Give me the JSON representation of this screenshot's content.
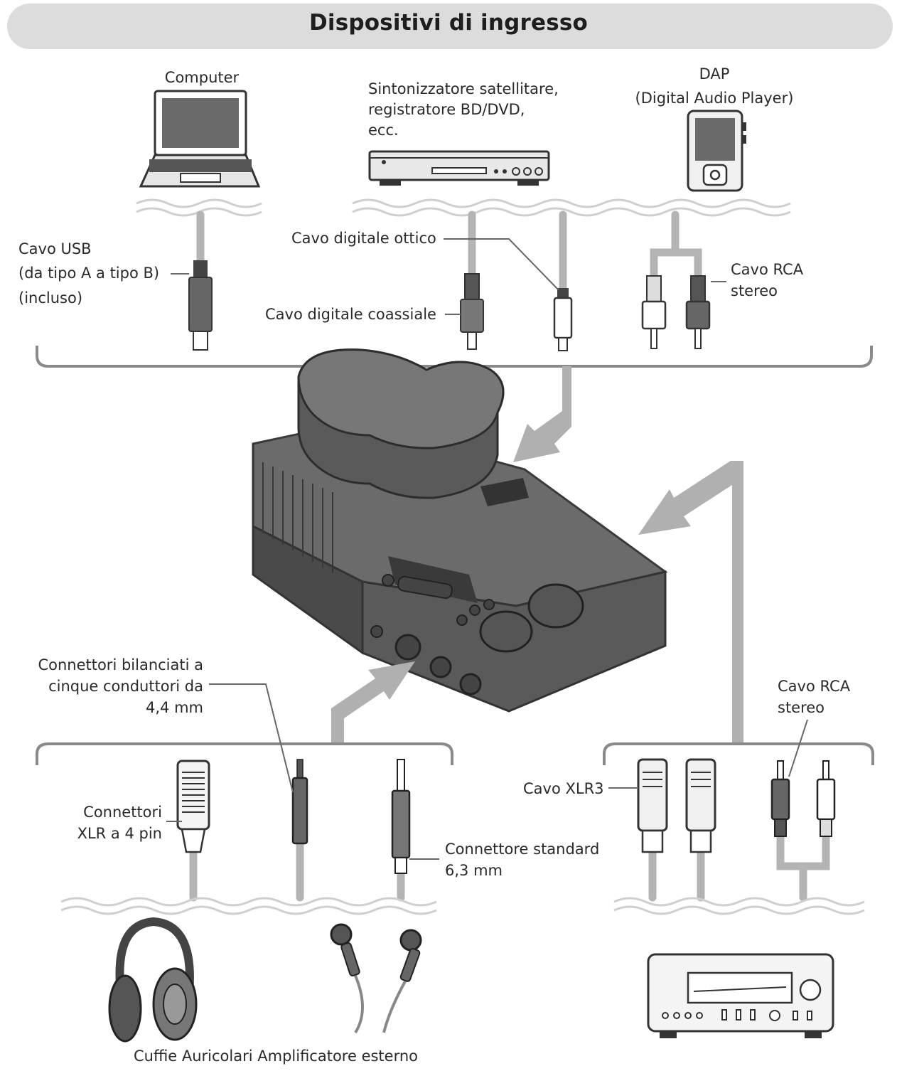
{
  "header": {
    "title": "Dispositivi di ingresso"
  },
  "labels": {
    "computer": "Computer",
    "satellite_line1": "Sintonizzatore satellitare,",
    "satellite_line2": "registratore BD/DVD,",
    "satellite_line3": "ecc.",
    "dap_line1": "DAP",
    "dap_line2": "(Digital Audio Player)",
    "usb_line1": "Cavo USB",
    "usb_line2": "(da tipo A a tipo B)",
    "usb_line3": "(incluso)",
    "optical": "Cavo digitale ottico",
    "coaxial": "Cavo digitale coassiale",
    "rca_top_line1": "Cavo RCA",
    "rca_top_line2": "stereo",
    "balanced_line1": "Connettori bilanciati a",
    "balanced_line2": "cinque conduttori da",
    "balanced_line3": "4,4 mm",
    "xlr4_line1": "Connettori",
    "xlr4_line2": "XLR a 4 pin",
    "standard_line1": "Connettore standard",
    "standard_line2": "6,3 mm",
    "xlr3": "Cavo XLR3",
    "rca_bottom_line1": "Cavo RCA",
    "rca_bottom_line2": "stereo",
    "footer": "Cuffie Auricolari Amplificatore esterno"
  },
  "icons": [
    "laptop-icon",
    "disc-player-icon",
    "dap-icon",
    "usb-plug-icon",
    "coaxial-plug-icon",
    "optical-plug-icon",
    "rca-plug-icon",
    "headphone-amplifier-icon",
    "xlr4-plug-icon",
    "balanced-plug-icon",
    "phone-plug-icon",
    "xlr3-plug-icon",
    "headphones-icon",
    "earphones-icon",
    "amplifier-icon"
  ],
  "colors": {
    "banner": "#dcdcdc",
    "cable": "#b4b4b4",
    "arrow": "#b0b0b0",
    "device": "#5f5f5f",
    "device_dark": "#3d3d3d"
  }
}
